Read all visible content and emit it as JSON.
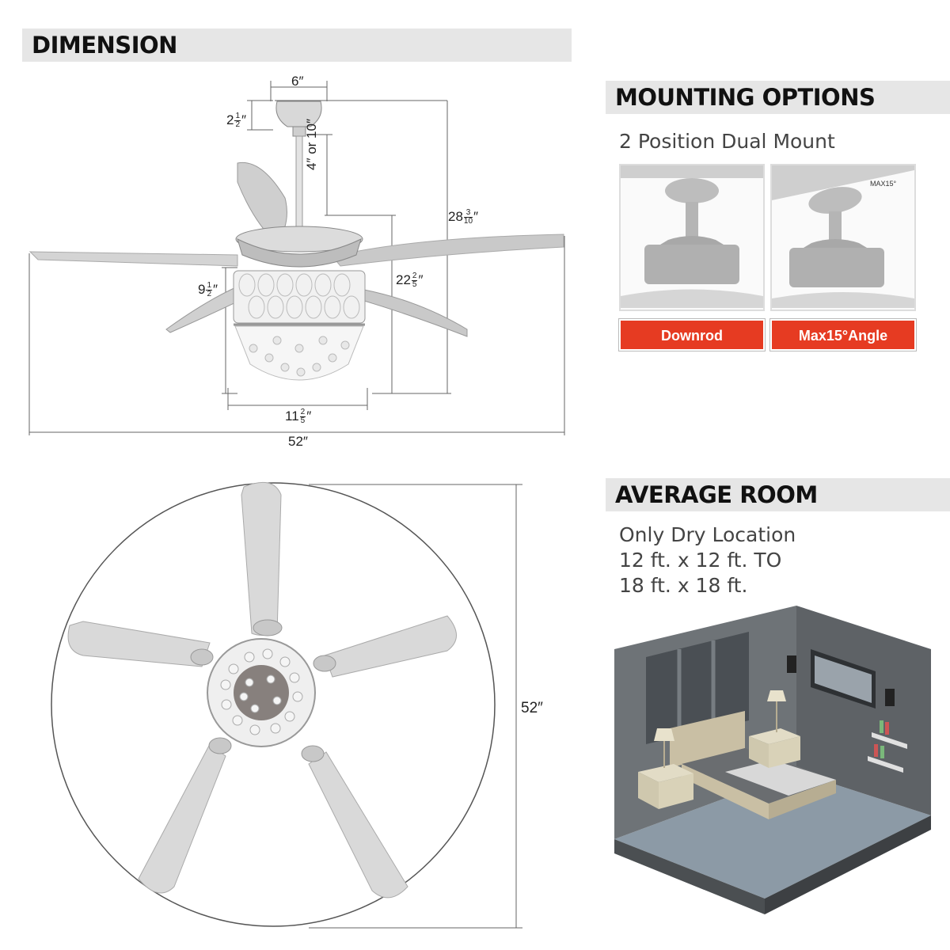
{
  "dimension": {
    "title": "DIMENSION",
    "labels": {
      "top_width": "6″",
      "canopy_height_whole": "2",
      "canopy_height_num": "1",
      "canopy_height_den": "2",
      "downrod": "4″ or 10″",
      "total_height_whole": "28",
      "total_height_num": "3",
      "total_height_den": "10",
      "light_height_whole": "9",
      "light_height_num": "1",
      "light_height_den": "2",
      "body_height_whole": "22",
      "body_height_num": "2",
      "body_height_den": "5",
      "light_width_whole": "11",
      "light_width_num": "2",
      "light_width_den": "5",
      "span_width": "52″",
      "inch": "″"
    }
  },
  "top_view": {
    "diameter": "52″"
  },
  "mounting": {
    "title": "MOUNTING OPTIONS",
    "subtitle": "2 Position Dual Mount",
    "angle_note": "MAX15°",
    "options": [
      "Downrod",
      "Max15°Angle"
    ]
  },
  "room": {
    "title": "AVERAGE ROOM",
    "lines": [
      "Only Dry Location",
      "12 ft. x 12 ft. TO",
      "18 ft. x 18 ft."
    ]
  },
  "colors": {
    "accent": "#e63b22",
    "header_bg": "#e6e6e6",
    "line": "#555555"
  }
}
